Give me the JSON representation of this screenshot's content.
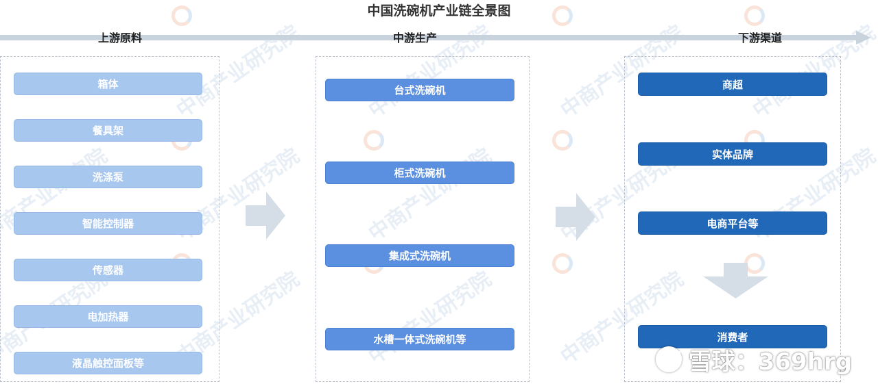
{
  "title": "中国洗碗机产业链全景图",
  "stages": {
    "upstream": "上游原料",
    "midstream": "中游生产",
    "downstream": "下游渠道"
  },
  "upstream_items": [
    "箱体",
    "餐具架",
    "洗涤泵",
    "智能控制器",
    "传感器",
    "电加热器",
    "液晶触控面板等"
  ],
  "midstream_items": [
    "台式洗碗机",
    "柜式洗碗机",
    "集成式洗碗机",
    "水槽一体式洗碗机等"
  ],
  "downstream_items": [
    "商超",
    "实体品牌",
    "电商平台等"
  ],
  "consumer": "消费者",
  "watermark": "中商产业研究院",
  "footer_watermark": "雪球：369hrg",
  "colors": {
    "upstream": "#a8c7ef",
    "midstream": "#5b8fe0",
    "downstream": "#2168b8",
    "arrow": "#d5dde6"
  }
}
